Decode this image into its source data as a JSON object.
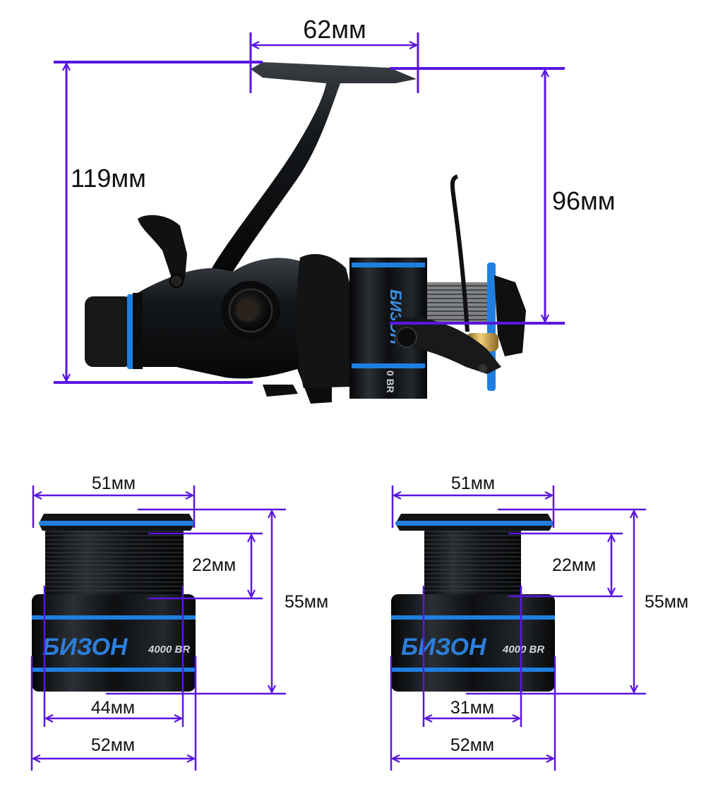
{
  "colors": {
    "dimension": "#5a16e0",
    "body": "#111417",
    "accent": "#1f7fe0",
    "brass": "#c99b3a"
  },
  "reel": {
    "width_label": "62мм",
    "height_label": "119мм",
    "handle_height_label": "96мм",
    "spool_brand": "БИЗОН",
    "spool_model_fragment": "0 BR"
  },
  "spool_left": {
    "top_width_label": "51мм",
    "line_depth_label": "22мм",
    "height_label": "55мм",
    "inner_width_label": "44мм",
    "bottom_width_label": "52мм",
    "brand": "БИЗОН",
    "model": "4000 BR"
  },
  "spool_right": {
    "top_width_label": "51мм",
    "line_depth_label": "22мм",
    "height_label": "55мм",
    "inner_width_label": "31мм",
    "bottom_width_label": "52мм",
    "brand": "БИЗОН",
    "model": "4000 BR"
  }
}
